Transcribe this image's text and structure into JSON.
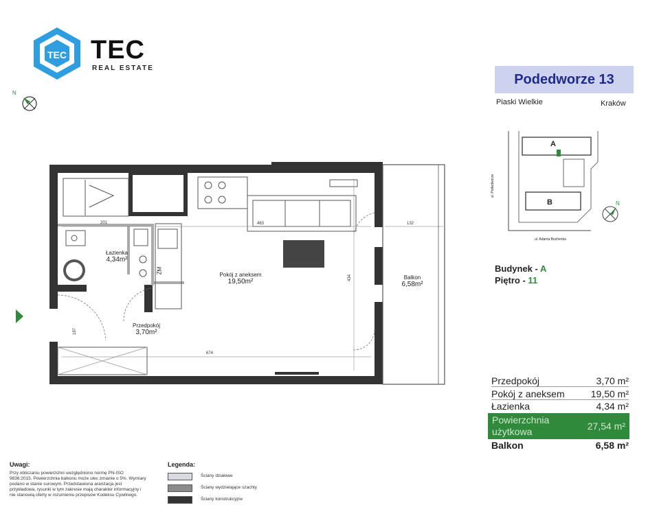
{
  "brand": {
    "name": "TEC",
    "subtitle": "REAL ESTATE",
    "logo_letters": "TEC"
  },
  "project": {
    "title": "Podedworze 13",
    "district": "Piaski Wielkie",
    "city": "Kraków"
  },
  "site_plan": {
    "building_a": "A",
    "building_b": "B",
    "street_1": "ul. Podedworze",
    "street_2": "ul. Adama Bochenka",
    "north": "N"
  },
  "building": {
    "label": "Budynek - ",
    "value": "A"
  },
  "floor": {
    "label": "Piętro - ",
    "value": "11"
  },
  "rooms": [
    {
      "name": "Przedpokój",
      "area": "3,70 m²"
    },
    {
      "name": "Pokój z aneksem",
      "area": "19,50 m²"
    },
    {
      "name": "Łazienka",
      "area": "4,34 m²"
    }
  ],
  "usable_area": {
    "label_line1": "Powierzchnia",
    "label_line2": "użytkowa",
    "value": "27,54 m²"
  },
  "balcony": {
    "name": "Balkon",
    "area": "6,58 m²"
  },
  "plan_labels": {
    "bathroom_name": "Łazienka",
    "bathroom_area": "4,34m²",
    "living_name": "Pokój z aneksem",
    "living_area": "19,50m²",
    "hall_name": "Przedpokój",
    "hall_area": "3,70m²",
    "balcony_name": "Balkon",
    "balcony_area": "6,58m²",
    "fridge": "ZM",
    "dims": {
      "d201": "201",
      "d463": "463",
      "d132": "132",
      "d434": "434",
      "d674": "674",
      "d187": "187"
    }
  },
  "notes": {
    "title": "Uwagi:",
    "text": "Przy obliczaniu powierzchni uwzględniono normę PN-ISO 9836:2015. Powierzchnia balkonu może ulec zmianie o 5%. Wymiary podano w stanie surowym. Przedstawiona aranżacja jest przykładowa, rysunki w tym zakresie mają charakter informacyjny i nie stanowią oferty w rozumieniu przepisów Kodeksu Cywilnego."
  },
  "legend": {
    "title": "Legenda:",
    "items": [
      {
        "label": "Ściany działowe",
        "color": "#d9d9e2"
      },
      {
        "label": "Ściany wydzielające szachty",
        "color": "#8c8c8c"
      },
      {
        "label": "Ściany konstrukcyjne",
        "color": "#333333"
      }
    ]
  },
  "colors": {
    "accent_green": "#2f8a3c",
    "title_bg": "#cdd2ee",
    "title_text": "#1f2a8a",
    "logo_blue": "#2f9ee0"
  }
}
